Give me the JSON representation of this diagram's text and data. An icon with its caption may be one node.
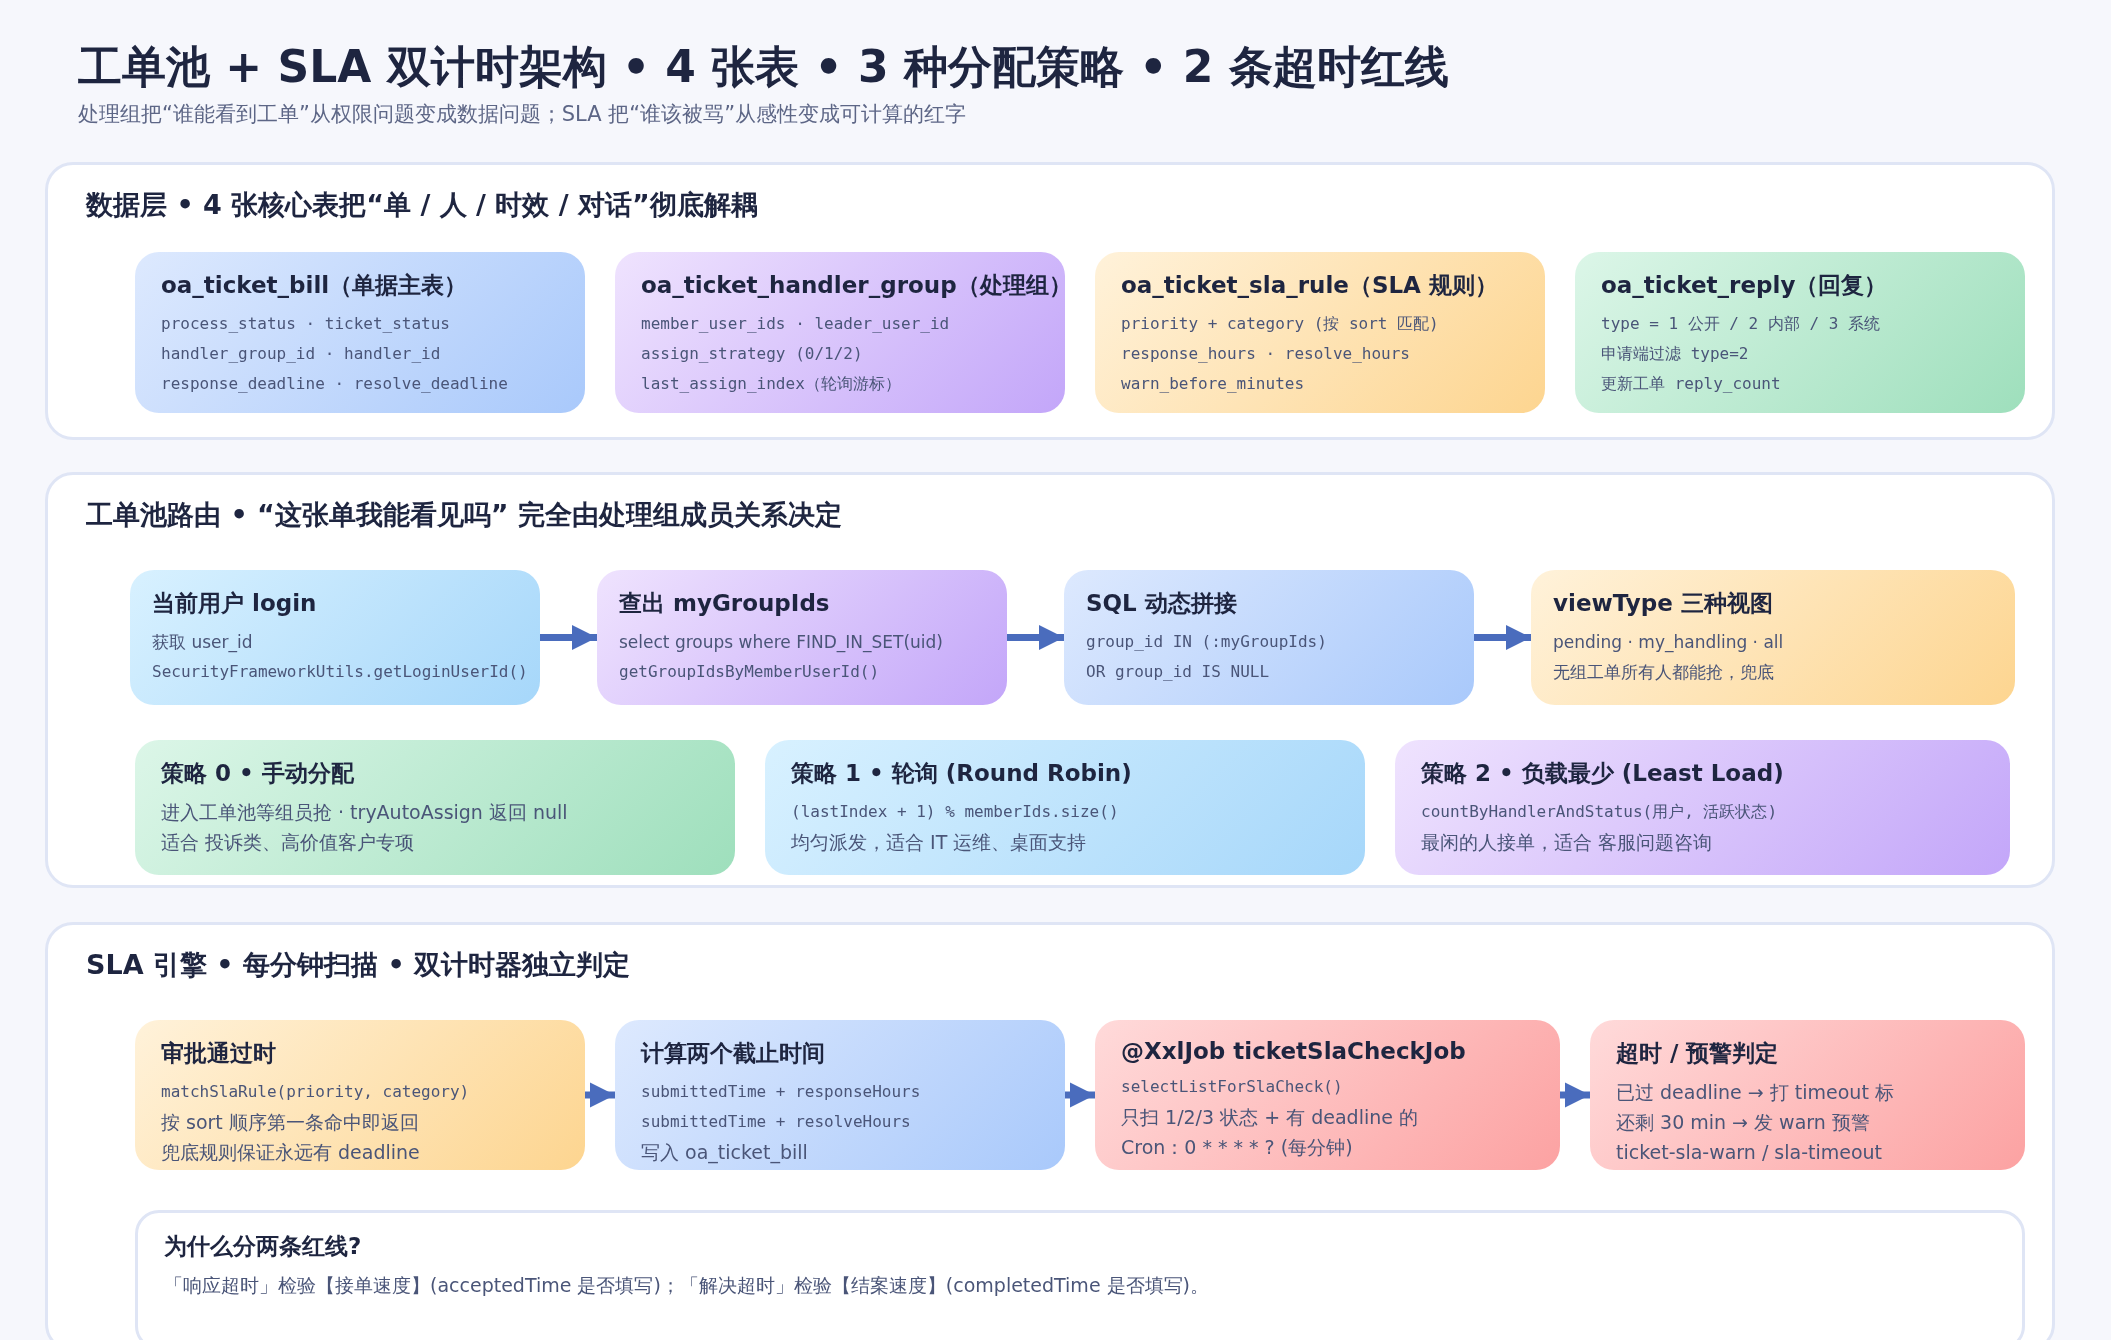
{
  "diagram": {
    "title": "工单池 + SLA 双计时架构 • 4 张表 • 3 种分配策略 • 2 条超时红线",
    "nodes": [
      {
        "text": [
          "数据层 • 4 张核心表把“单 / 人 / 时效 / 对话”彻底解耦"
        ]
      },
      {
        "text": [
          "oa_ticket_bill（单据主表）",
          "process_status · ticket_status",
          "handler_group_id · handler_id",
          "response_deadline · resolve_deadline"
        ],
        "in": 0
      },
      {
        "text": [
          "oa_ticket_handler_group（处理组）",
          "member_user_ids · leader_user_id",
          "assign_strategy (0/1/2)",
          "last_assign_index（轮询游标）"
        ],
        "in": 0
      },
      {
        "text": [
          "oa_ticket_sla_rule（SLA 规则）",
          "priority + category (按 sort 匹配)",
          "response_hours · resolve_hours",
          "warn_before_minutes"
        ],
        "in": 0
      },
      {
        "text": [
          "oa_ticket_reply（回复）",
          "type = 1 公开 / 2 内部 / 3 系统",
          "申请端过滤 type=2",
          "更新工单 reply_count"
        ],
        "in": 0
      },
      {
        "text": [
          "工单池路由 • “这张单我能看见吗” 完全由处理组成员关系决定"
        ]
      },
      {
        "text": [
          "当前用户 login",
          "获取 user_id",
          "SecurityFrameworkUtils.getLoginUserId()"
        ],
        "in": 5
      },
      {
        "text": [
          "查出 myGroupIds",
          "select groups where FIND_IN_SET(uid)",
          "getGroupIdsByMemberUserId()"
        ],
        "in": 5
      },
      {
        "text": [
          "SQL 动态拼接",
          "group_id IN (:myGroupIds)",
          "OR group_id IS NULL"
        ],
        "in": 5
      },
      {
        "text": [
          "viewType 三种视图",
          "pending · my_handling · all",
          "无组工单所有人都能抢，兜底"
        ],
        "in": 5
      },
      {
        "text": [
          "策略 0 • 手动分配",
          "进入工单池等组员抢 · tryAutoAssign 返回 null",
          "适合 投诉类、高价值客户专项"
        ],
        "in": 5
      },
      {
        "text": [
          "策略 1 • 轮询 (Round Robin)",
          "(lastIndex + 1) % memberIds.size()",
          "均匀派发，适合 IT 运维、桌面支持"
        ],
        "in": 5
      },
      {
        "text": [
          "策略 2 • 负载最少 (Least Load)",
          "countByHandlerAndStatus(用户, 活跃状态)",
          "最闲的人接单，适合 客服问题咨询"
        ],
        "in": 5
      },
      {
        "text": [
          "SLA 引擎 • 每分钟扫描 • 双计时器独立判定"
        ]
      },
      {
        "text": [
          "审批通过时",
          "matchSlaRule(priority, category)",
          "按 sort 顺序第一条命中即返回",
          "兜底规则保证永远有 deadline"
        ],
        "in": 13
      },
      {
        "text": [
          "计算两个截止时间",
          "submittedTime + responseHours",
          "submittedTime + resolveHours",
          "写入 oa_ticket_bill"
        ],
        "in": 13
      },
      {
        "text": [
          "@XxlJob ticketSlaCheckJob",
          "selectListForSlaCheck()",
          "只扫 1/2/3 状态 + 有 deadline 的",
          "Cron：0 * * * * ? (每分钟)"
        ],
        "in": 13
      },
      {
        "text": [
          "超时 / 预警判定",
          "已过 deadline → 打 timeout 标",
          "还剩 30 min → 发 warn 预警",
          "ticket-sla-warn / sla-timeout"
        ],
        "in": 13
      },
      {
        "text": [
          "为什么分两条红线?",
          "「响应超时」检验【接单速度】(acceptedTime 是否填写)；「解决超时」检验【结案速度】(completedTime 是否填写)。"
        ],
        "in": 13
      }
    ],
    "edges": [
      {
        "from": 6,
        "to": 7,
        "arrow": "to"
      },
      {
        "from": 7,
        "to": 8,
        "arrow": "to"
      },
      {
        "from": 8,
        "to": 9,
        "arrow": "to"
      },
      {
        "from": 14,
        "to": 15,
        "arrow": "to"
      },
      {
        "from": 15,
        "to": 16,
        "arrow": "to"
      },
      {
        "from": 16,
        "to": 17,
        "arrow": "to"
      }
    ],
    "labels": [
      "处理组把“谁能看到工单”从权限问题变成数据问题；SLA 把“谁该被骂”从感性变成可计算的红字"
    ]
  }
}
